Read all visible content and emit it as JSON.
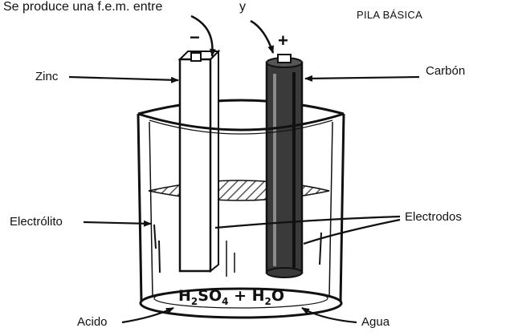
{
  "title": "PILA BÁSICA",
  "caption": {
    "left": "Se produce una f.e.m. entre",
    "right": "y"
  },
  "terminals": {
    "negative": "−",
    "positive": "+"
  },
  "labels": {
    "zinc": "Zinc",
    "carbon": "Carbón",
    "electrolyte": "Electrólito",
    "electrodes": "Electrodos",
    "acid": "Acido",
    "water": "Agua"
  },
  "formula": {
    "h": "H",
    "sub2a": "2",
    "so": "SO",
    "sub4": "4",
    "plus": " + ",
    "h2": "H",
    "sub2b": "2",
    "o": "O"
  },
  "colors": {
    "ink": "#111111",
    "background": "#ffffff",
    "carbon_rod": "#3a3a3a",
    "liquid_hatch": "#555555"
  }
}
